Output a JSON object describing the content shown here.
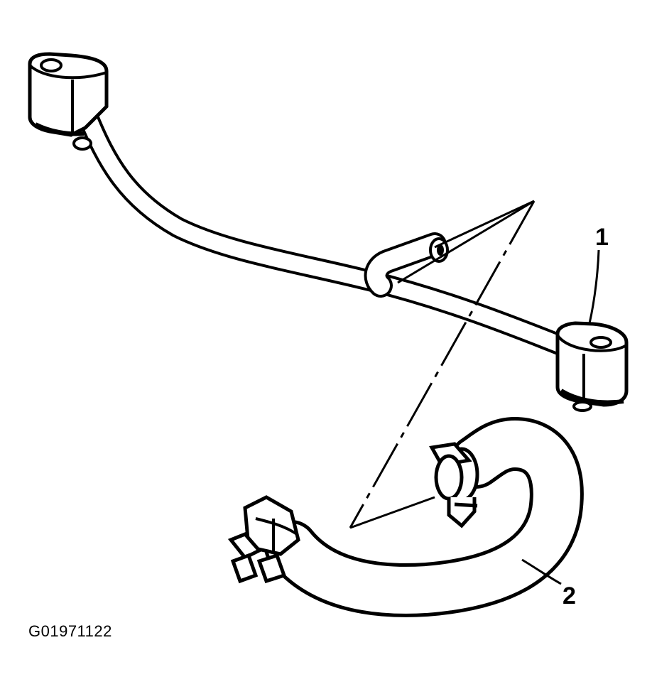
{
  "figure_id": "G01971122",
  "callouts": [
    {
      "label": "1"
    },
    {
      "label": "2"
    }
  ],
  "colors": {
    "ink": "#000000",
    "paper": "#ffffff"
  }
}
